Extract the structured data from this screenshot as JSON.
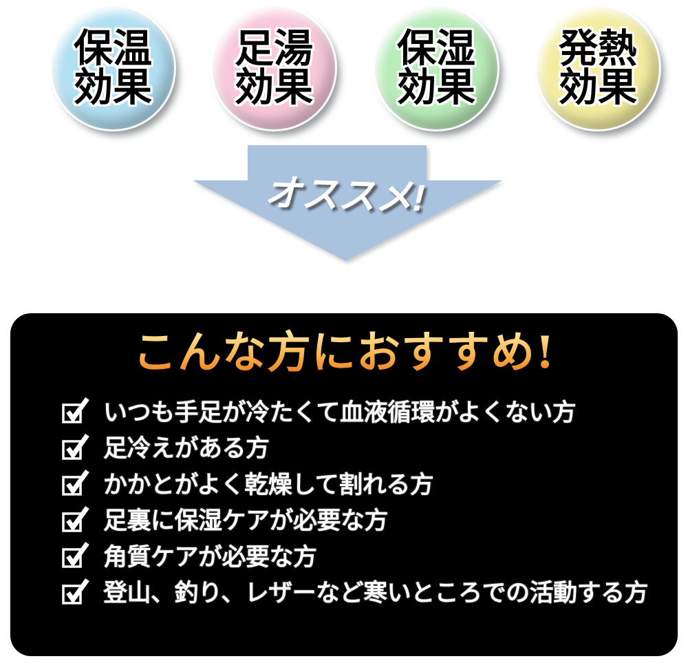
{
  "badges": [
    {
      "line1": "保温",
      "line2": "効果",
      "color": "#b2dff2"
    },
    {
      "line1": "足湯",
      "line2": "効果",
      "color": "#f8c8db"
    },
    {
      "line1": "保湿",
      "line2": "効果",
      "color": "#b9ecb9"
    },
    {
      "line1": "発熱",
      "line2": "効果",
      "color": "#f4eda1"
    }
  ],
  "arrow": {
    "label": "オススメ!",
    "color": "#a9c3df",
    "label_color": "#ffffff"
  },
  "panel": {
    "background": "#000000",
    "title": "こんな方におすすめ!",
    "title_gradient": [
      "#ffeaa6",
      "#f9b650",
      "#ec6d15"
    ],
    "check_color": "#ffffff",
    "text_color": "#ffffff",
    "items": [
      "いつも手足が冷たくて血液循環がよくない方",
      "足冷えがある方",
      "かかとがよく乾燥して割れる方",
      "足裏に保湿ケアが必要な方",
      "角質ケアが必要な方",
      "登山、釣り、レザーなど寒いところでの活動する方"
    ]
  }
}
